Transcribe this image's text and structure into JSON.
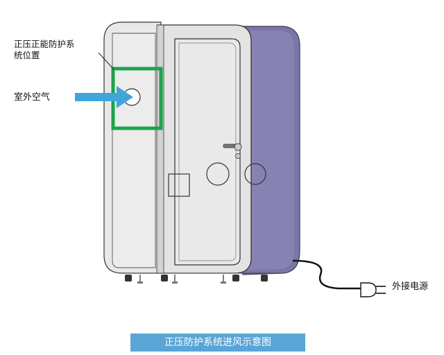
{
  "labels": {
    "system_position": "正压正能防护系统位置",
    "outdoor_air": "室外空气",
    "external_power": "外接电源"
  },
  "caption": "正压防护系统进风示意图",
  "colors": {
    "highlight_box": "#1ea34c",
    "arrow": "#3fa6dc",
    "side_panel": "#7a77a8",
    "caption_bg": "#5aa5d6",
    "body": "#e6e6e6"
  },
  "icons": {
    "arrow": "right-arrow-icon",
    "plug": "power-plug-icon"
  }
}
